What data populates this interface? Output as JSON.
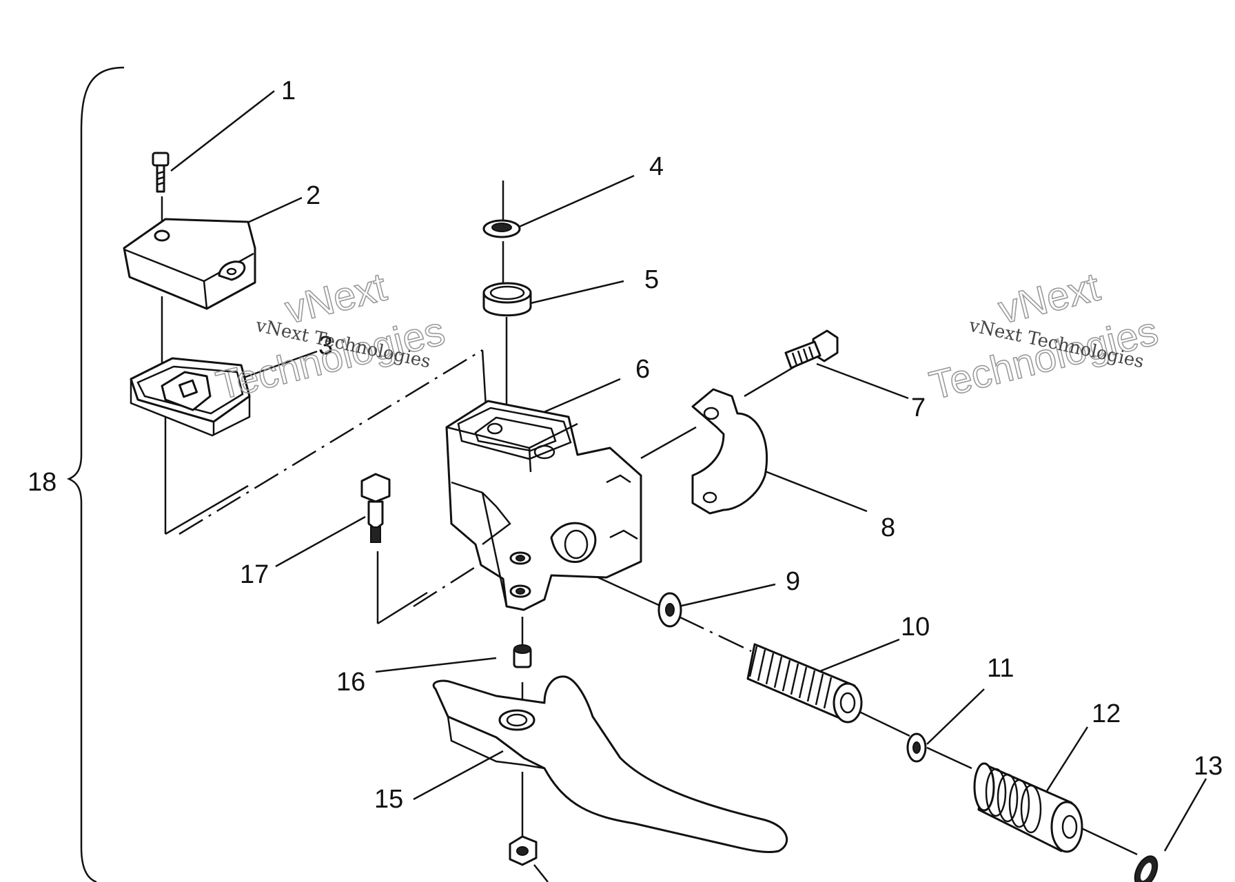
{
  "callouts": [
    "1",
    "2",
    "3",
    "4",
    "5",
    "6",
    "7",
    "8",
    "9",
    "10",
    "11",
    "12",
    "13",
    "15",
    "16",
    "17",
    "18"
  ],
  "watermark": {
    "small_text": "vNext Technologies",
    "big_line1": "vNext",
    "big_line2": "Technologies"
  }
}
